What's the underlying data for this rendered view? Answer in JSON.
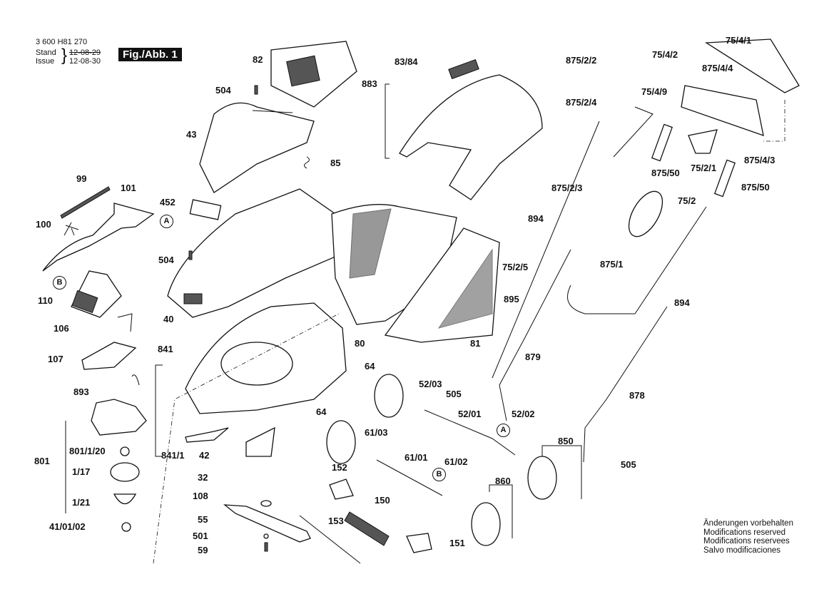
{
  "header": {
    "part_number": "3 600 H81 270",
    "stand_label": "Stand",
    "issue_label": "Issue",
    "stand_date": "12-08-29",
    "issue_date": "12-08-30",
    "figure_label": "Fig./Abb. 1"
  },
  "notice": [
    "Änderungen vorbehalten",
    "Modifications reserved",
    "Modifications reservees",
    "Salvo modificaciones"
  ],
  "callouts": {
    "A": "A",
    "B": "B"
  },
  "parts": {
    "p82": "82",
    "p504a": "504",
    "p43": "43",
    "p85": "85",
    "p883": "883",
    "p83_84": "83/84",
    "p99": "99",
    "p101": "101",
    "p100": "100",
    "p452": "452",
    "p504b": "504",
    "p110": "110",
    "p106": "106",
    "p107": "107",
    "p40": "40",
    "p80": "80",
    "p81": "81",
    "p841": "841",
    "p841_1": "841/1",
    "p893": "893",
    "p801": "801",
    "p801_1_20": "801/1/20",
    "p1_17": "1/17",
    "p1_21": "1/21",
    "p41_01_02": "41/01/02",
    "p42": "42",
    "p32": "32",
    "p108": "108",
    "p55": "55",
    "p501": "501",
    "p59": "59",
    "p64a": "64",
    "p64b": "64",
    "p52_03": "52/03",
    "p52_01": "52/01",
    "p52_02": "52/02",
    "p61_03": "61/03",
    "p61_01": "61/01",
    "p61_02": "61/02",
    "p152": "152",
    "p150": "150",
    "p153": "153",
    "p151": "151",
    "p860": "860",
    "p850": "850",
    "p505a": "505",
    "p505b": "505",
    "p879": "879",
    "p878": "878",
    "p894a": "894",
    "p894b": "894",
    "p895": "895",
    "p75_2_5": "75/2/5",
    "p875_1": "875/1",
    "p75_2": "75/2",
    "p875_2_3": "875/2/3",
    "p875_2_2": "875/2/2",
    "p875_2_4": "875/2/4",
    "p875_50a": "875/50",
    "p875_50b": "875/50",
    "p75_2_1": "75/2/1",
    "p75_4_1": "75/4/1",
    "p75_4_2": "75/4/2",
    "p875_4_4": "875/4/4",
    "p75_4_9": "75/4/9",
    "p875_4_3": "875/4/3"
  }
}
